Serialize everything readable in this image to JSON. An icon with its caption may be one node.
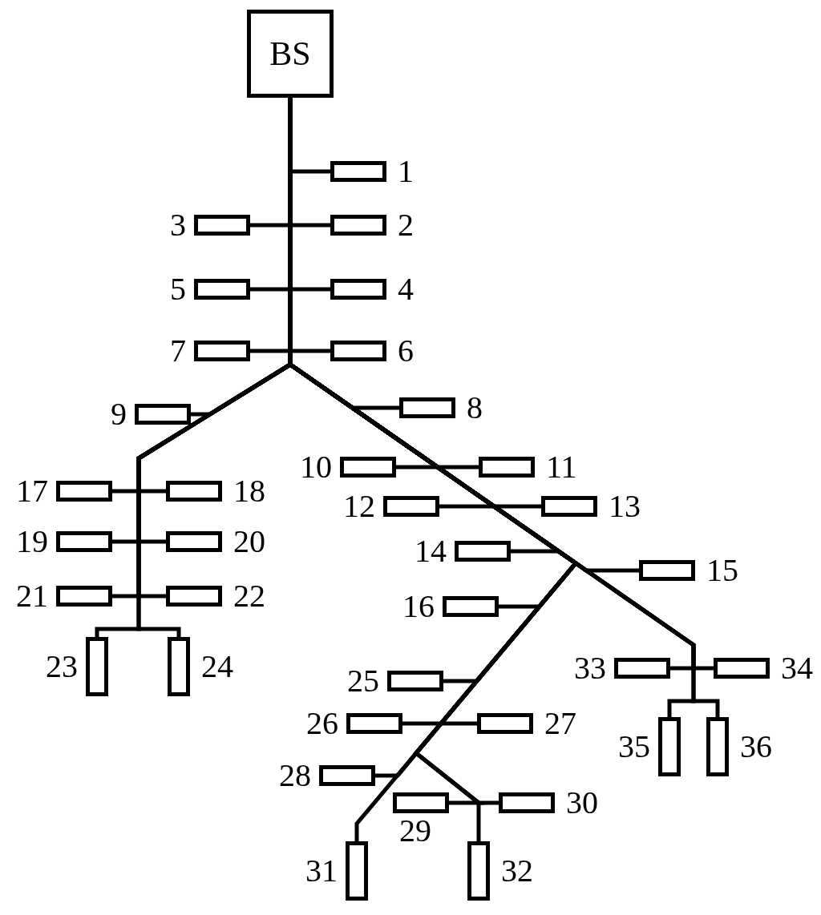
{
  "diagram": {
    "nodes": [
      {
        "text": [
          "BS"
        ]
      },
      {
        "text": [],
        "shape": "box",
        "beside": [
          "1"
        ]
      },
      {
        "text": [],
        "shape": "box",
        "beside": [
          "2"
        ]
      },
      {
        "text": [],
        "shape": "box",
        "beside": [
          "3"
        ]
      },
      {
        "text": [],
        "shape": "box",
        "beside": [
          "4"
        ]
      },
      {
        "text": [],
        "shape": "box",
        "beside": [
          "5"
        ]
      },
      {
        "text": [],
        "shape": "box",
        "beside": [
          "6"
        ]
      },
      {
        "text": [],
        "shape": "box",
        "beside": [
          "7"
        ]
      },
      {
        "text": [],
        "shape": "box",
        "beside": [
          "8"
        ]
      },
      {
        "text": [],
        "shape": "box",
        "beside": [
          "9"
        ]
      },
      {
        "text": [],
        "shape": "box",
        "beside": [
          "10"
        ]
      },
      {
        "text": [],
        "shape": "box",
        "beside": [
          "11"
        ]
      },
      {
        "text": [],
        "shape": "box",
        "beside": [
          "12"
        ]
      },
      {
        "text": [],
        "shape": "box",
        "beside": [
          "13"
        ]
      },
      {
        "text": [],
        "shape": "box",
        "beside": [
          "14"
        ]
      },
      {
        "text": [],
        "shape": "box",
        "beside": [
          "15"
        ]
      },
      {
        "text": [],
        "shape": "box",
        "beside": [
          "16"
        ]
      },
      {
        "text": [],
        "shape": "box",
        "beside": [
          "17"
        ]
      },
      {
        "text": [],
        "shape": "box",
        "beside": [
          "18"
        ]
      },
      {
        "text": [],
        "shape": "box",
        "beside": [
          "19"
        ]
      },
      {
        "text": [],
        "shape": "box",
        "beside": [
          "20"
        ]
      },
      {
        "text": [],
        "shape": "box",
        "beside": [
          "21"
        ]
      },
      {
        "text": [],
        "shape": "box",
        "beside": [
          "22"
        ]
      },
      {
        "text": [],
        "shape": "box",
        "beside": [
          "23"
        ]
      },
      {
        "text": [],
        "shape": "box",
        "beside": [
          "24"
        ]
      },
      {
        "text": [],
        "shape": "box",
        "beside": [
          "25"
        ]
      },
      {
        "text": [],
        "shape": "box",
        "beside": [
          "26"
        ]
      },
      {
        "text": [],
        "shape": "box",
        "beside": [
          "27"
        ]
      },
      {
        "text": [],
        "shape": "box",
        "beside": [
          "28"
        ]
      },
      {
        "text": [],
        "shape": "box",
        "beside": [
          "29"
        ]
      },
      {
        "text": [],
        "shape": "box",
        "beside": [
          "30"
        ]
      },
      {
        "text": [],
        "shape": "box",
        "beside": [
          "31"
        ]
      },
      {
        "text": [],
        "shape": "box",
        "beside": [
          "32"
        ]
      },
      {
        "text": [],
        "shape": "box",
        "beside": [
          "33"
        ]
      },
      {
        "text": [],
        "shape": "box",
        "beside": [
          "34"
        ]
      },
      {
        "text": [],
        "shape": "box",
        "beside": [
          "35"
        ]
      },
      {
        "text": [],
        "shape": "box",
        "beside": [
          "36"
        ]
      }
    ],
    "edges": [
      {
        "from": 0,
        "to": 1,
        "arrow": "none"
      },
      {
        "from": 0,
        "to": 2,
        "arrow": "none"
      },
      {
        "from": 0,
        "to": 3,
        "arrow": "none"
      },
      {
        "from": 0,
        "to": 4,
        "arrow": "none"
      },
      {
        "from": 0,
        "to": 5,
        "arrow": "none"
      },
      {
        "from": 0,
        "to": 6,
        "arrow": "none"
      },
      {
        "from": 0,
        "to": 7,
        "arrow": "none"
      },
      {
        "from": 0,
        "to": 8,
        "arrow": "none"
      },
      {
        "from": 0,
        "to": 9,
        "arrow": "none"
      },
      {
        "from": 0,
        "to": 10,
        "arrow": "none"
      },
      {
        "from": 0,
        "to": 11,
        "arrow": "none"
      },
      {
        "from": 0,
        "to": 12,
        "arrow": "none"
      },
      {
        "from": 0,
        "to": 13,
        "arrow": "none"
      },
      {
        "from": 0,
        "to": 14,
        "arrow": "none"
      },
      {
        "from": 0,
        "to": 15,
        "arrow": "none"
      },
      {
        "from": 0,
        "to": 16,
        "arrow": "none"
      },
      {
        "from": 0,
        "to": 17,
        "arrow": "none"
      },
      {
        "from": 0,
        "to": 18,
        "arrow": "none"
      },
      {
        "from": 0,
        "to": 19,
        "arrow": "none"
      },
      {
        "from": 0,
        "to": 20,
        "arrow": "none"
      },
      {
        "from": 0,
        "to": 21,
        "arrow": "none"
      },
      {
        "from": 0,
        "to": 22,
        "arrow": "none"
      },
      {
        "from": 0,
        "to": 23,
        "arrow": "none"
      },
      {
        "from": 0,
        "to": 24,
        "arrow": "none"
      },
      {
        "from": 0,
        "to": 25,
        "arrow": "none"
      },
      {
        "from": 0,
        "to": 26,
        "arrow": "none"
      },
      {
        "from": 0,
        "to": 27,
        "arrow": "none"
      },
      {
        "from": 0,
        "to": 28,
        "arrow": "none"
      },
      {
        "from": 0,
        "to": 29,
        "arrow": "none"
      },
      {
        "from": 0,
        "to": 30,
        "arrow": "none"
      },
      {
        "from": 0,
        "to": 31,
        "arrow": "none"
      },
      {
        "from": 0,
        "to": 32,
        "arrow": "none"
      },
      {
        "from": 0,
        "to": 33,
        "arrow": "none"
      },
      {
        "from": 0,
        "to": 34,
        "arrow": "none"
      },
      {
        "from": 0,
        "to": 35,
        "arrow": "none"
      },
      {
        "from": 0,
        "to": 36,
        "arrow": "none"
      }
    ]
  }
}
